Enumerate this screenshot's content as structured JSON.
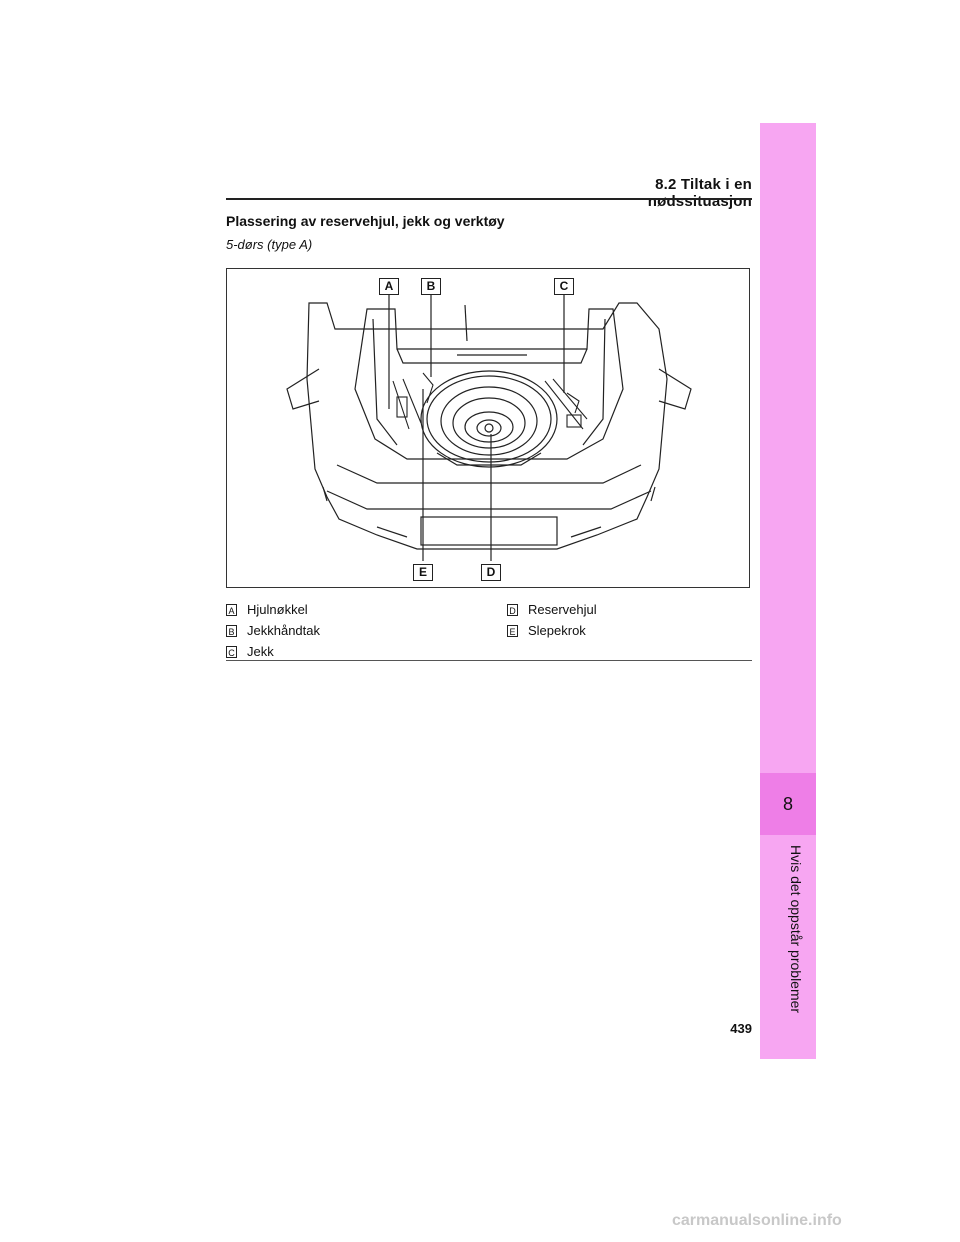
{
  "header": {
    "section": "8.2 Tiltak i en nødssituasjon"
  },
  "content": {
    "heading": "Plassering av reservehjul, jekk og verktøy",
    "variant": "5-dørs (type A)"
  },
  "figure": {
    "callouts": {
      "a": "A",
      "b": "B",
      "c": "C",
      "d": "D",
      "e": "E"
    }
  },
  "legend": {
    "left": [
      {
        "key": "A",
        "label": "Hjulnøkkel"
      },
      {
        "key": "B",
        "label": "Jekkhåndtak"
      },
      {
        "key": "C",
        "label": "Jekk"
      }
    ],
    "right": [
      {
        "key": "D",
        "label": "Reservehjul"
      },
      {
        "key": "E",
        "label": "Slepekrok"
      }
    ]
  },
  "side_tab": {
    "chapter": "8",
    "title": "Hvis det oppstår problemer",
    "color": "#f7a6f2",
    "chapter_color": "#ee7ee7"
  },
  "footer": {
    "page_number": "439"
  },
  "watermark": "carmanualsonline.info"
}
